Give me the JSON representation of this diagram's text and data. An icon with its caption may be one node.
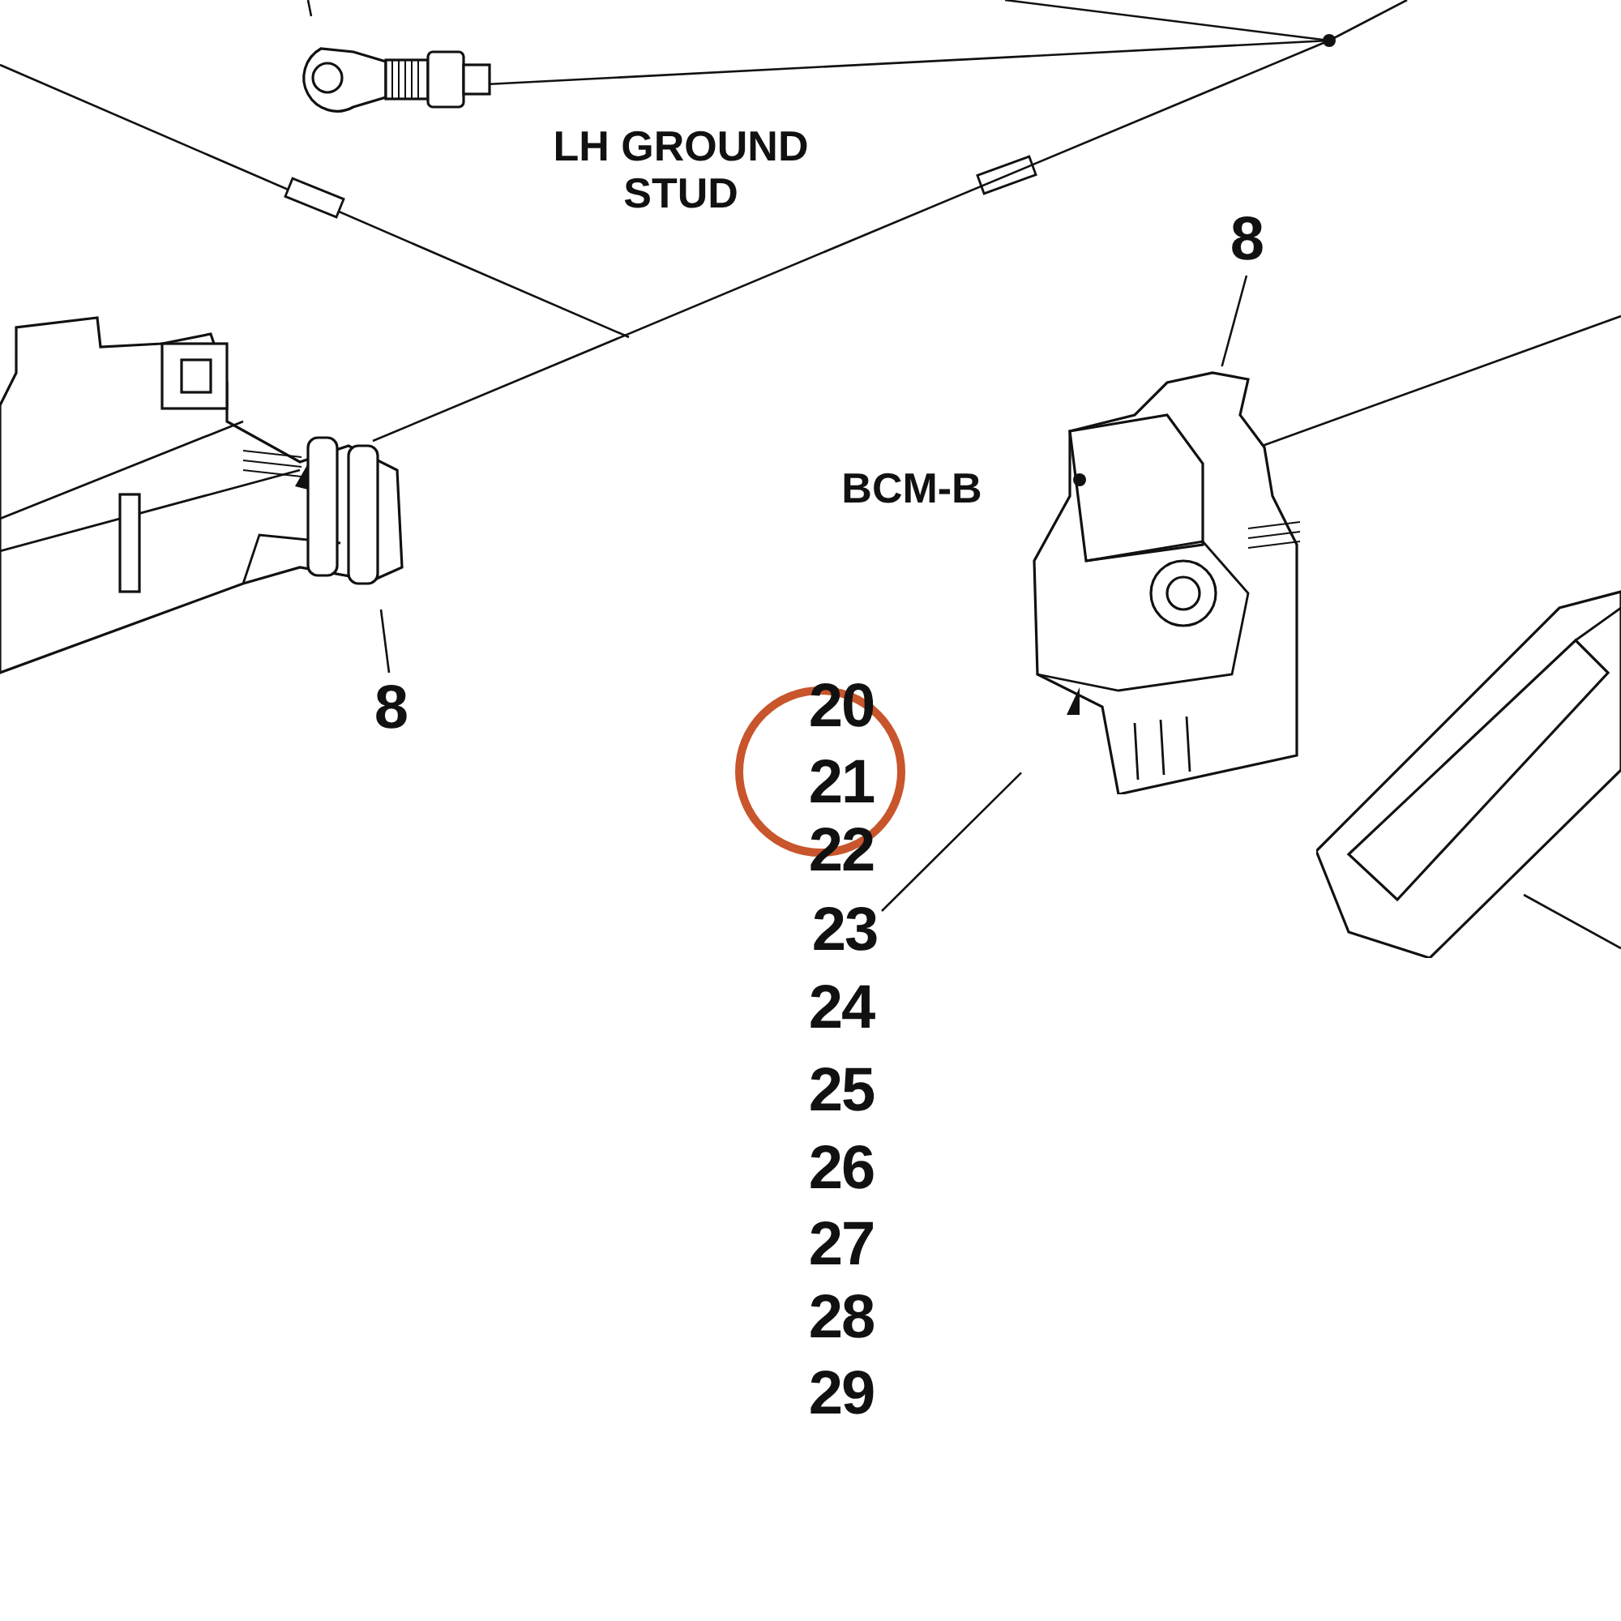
{
  "diagram": {
    "nodes": [
      {
        "text": [],
        "shape": "picture"
      },
      {
        "text": [],
        "shape": "circle"
      },
      {
        "text": [],
        "shape": "picture"
      },
      {
        "text": [],
        "shape": "picture"
      },
      {
        "text": [],
        "shape": "picture"
      },
      {
        "text": [
          "8"
        ]
      },
      {
        "text": [
          "8"
        ]
      },
      {
        "text": [
          "23"
        ]
      }
    ],
    "edges": [
      {
        "from": 0,
        "to": 1,
        "arrow": "none"
      },
      {
        "from": 2,
        "to": 1,
        "arrow": "none"
      },
      {
        "from": 5,
        "to": 3,
        "arrow": "none"
      },
      {
        "from": 6,
        "to": 2,
        "arrow": "none"
      },
      {
        "from": 7,
        "to": 3,
        "arrow": "none"
      }
    ],
    "labels": [
      "LH GROUND STUD",
      "BCM-B",
      "20",
      "21",
      "22",
      "24",
      "25",
      "26",
      "27",
      "28",
      "29"
    ]
  }
}
